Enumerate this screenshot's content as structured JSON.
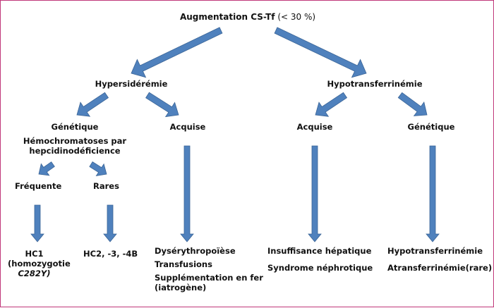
{
  "colors": {
    "border": "#c0387a",
    "arrow_fill": "#4f81bd",
    "arrow_stroke": "#3a6496",
    "text": "#111111"
  },
  "nodes": {
    "root": {
      "bold": "Augmentation CS-Tf",
      "rest": " (< 30 %)"
    },
    "hypersideremie": "Hypersidérémie",
    "hypotransferrinemie": "Hypotransferrinémie",
    "genetique_left": "Génétique",
    "hemochromatoses": [
      "Hémochromatoses par",
      "hepcidinodéficience"
    ],
    "acquise_left": "Acquise",
    "acquise_right": "Acquise",
    "genetique_right": "Génétique",
    "frequente": "Fréquente",
    "rares": "Rares",
    "hc1": {
      "line1": "HC1",
      "line2": "(homozygotie",
      "line3": "C282Y)"
    },
    "hc2": "HC2, -3, -4B",
    "acquise_left_results": [
      "Dysérythropoïèse",
      "Transfusions",
      "Supplémentation en fer",
      "(iatrogène)"
    ],
    "acquise_right_results": [
      "Insuffisance hépatique",
      "Syndrome néphrotique"
    ],
    "genetique_right_results": [
      "Hypotransferrinémie",
      "Atransferrinémie(rare)"
    ]
  }
}
